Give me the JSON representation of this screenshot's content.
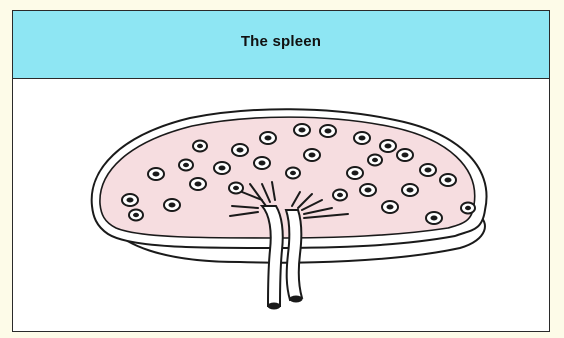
{
  "title": "The spleen",
  "colors": {
    "header_bg": "#8ee6f3",
    "pulp_fill": "#f6dde0",
    "outline": "#1a1a1a",
    "page_bg": "#fdfbe8",
    "panel_bg": "#ffffff"
  },
  "icons": {
    "nodule": "white-pulp-follicle",
    "vessel": "splenic-hilum-vessels"
  }
}
